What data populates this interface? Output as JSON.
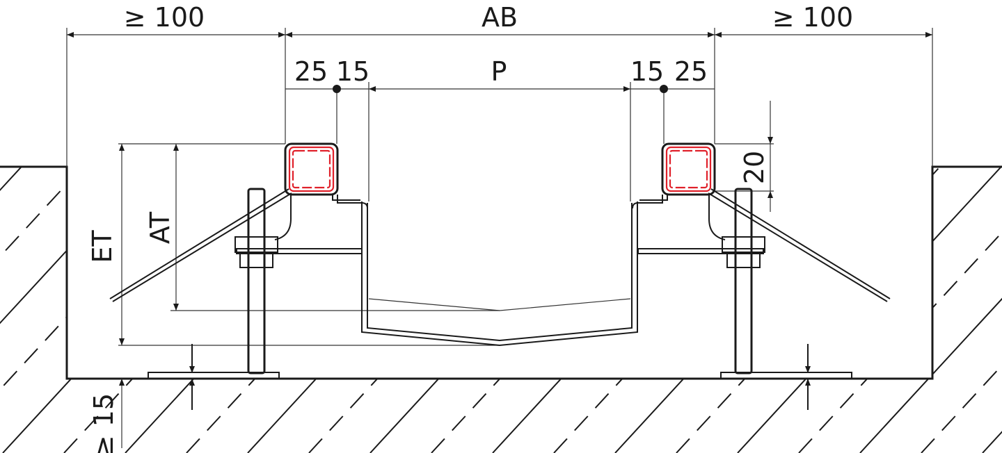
{
  "title": "Expansion joint cross-section",
  "dimensions": {
    "left_margin": "≥ 100",
    "ab": "AB",
    "right_margin": "≥ 100",
    "left_25": "25",
    "left_15": "15",
    "p": "P",
    "right_15": "15",
    "right_25": "25",
    "et": "ET",
    "at": "AT",
    "height_20": "20",
    "min_15": "≥ 15"
  },
  "colors": {
    "line": "#1a1a1a",
    "seal": "#e0202a"
  }
}
